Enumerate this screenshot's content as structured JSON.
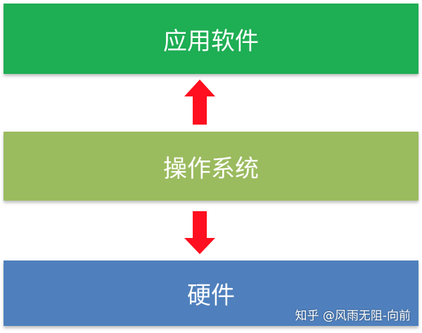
{
  "layers": [
    {
      "label": "应用软件",
      "color": "#1eae54"
    },
    {
      "label": "操作系统",
      "color": "#9bbb5f"
    },
    {
      "label": "硬件",
      "color": "#4f80bd"
    }
  ],
  "arrows": [
    {
      "from": "操作系统",
      "to": "应用软件",
      "direction": "up",
      "color": "#ff0f1f"
    },
    {
      "from": "操作系统",
      "to": "硬件",
      "direction": "down",
      "color": "#ff0f1f"
    }
  ],
  "watermark": "知乎 @风雨无阻-向前"
}
